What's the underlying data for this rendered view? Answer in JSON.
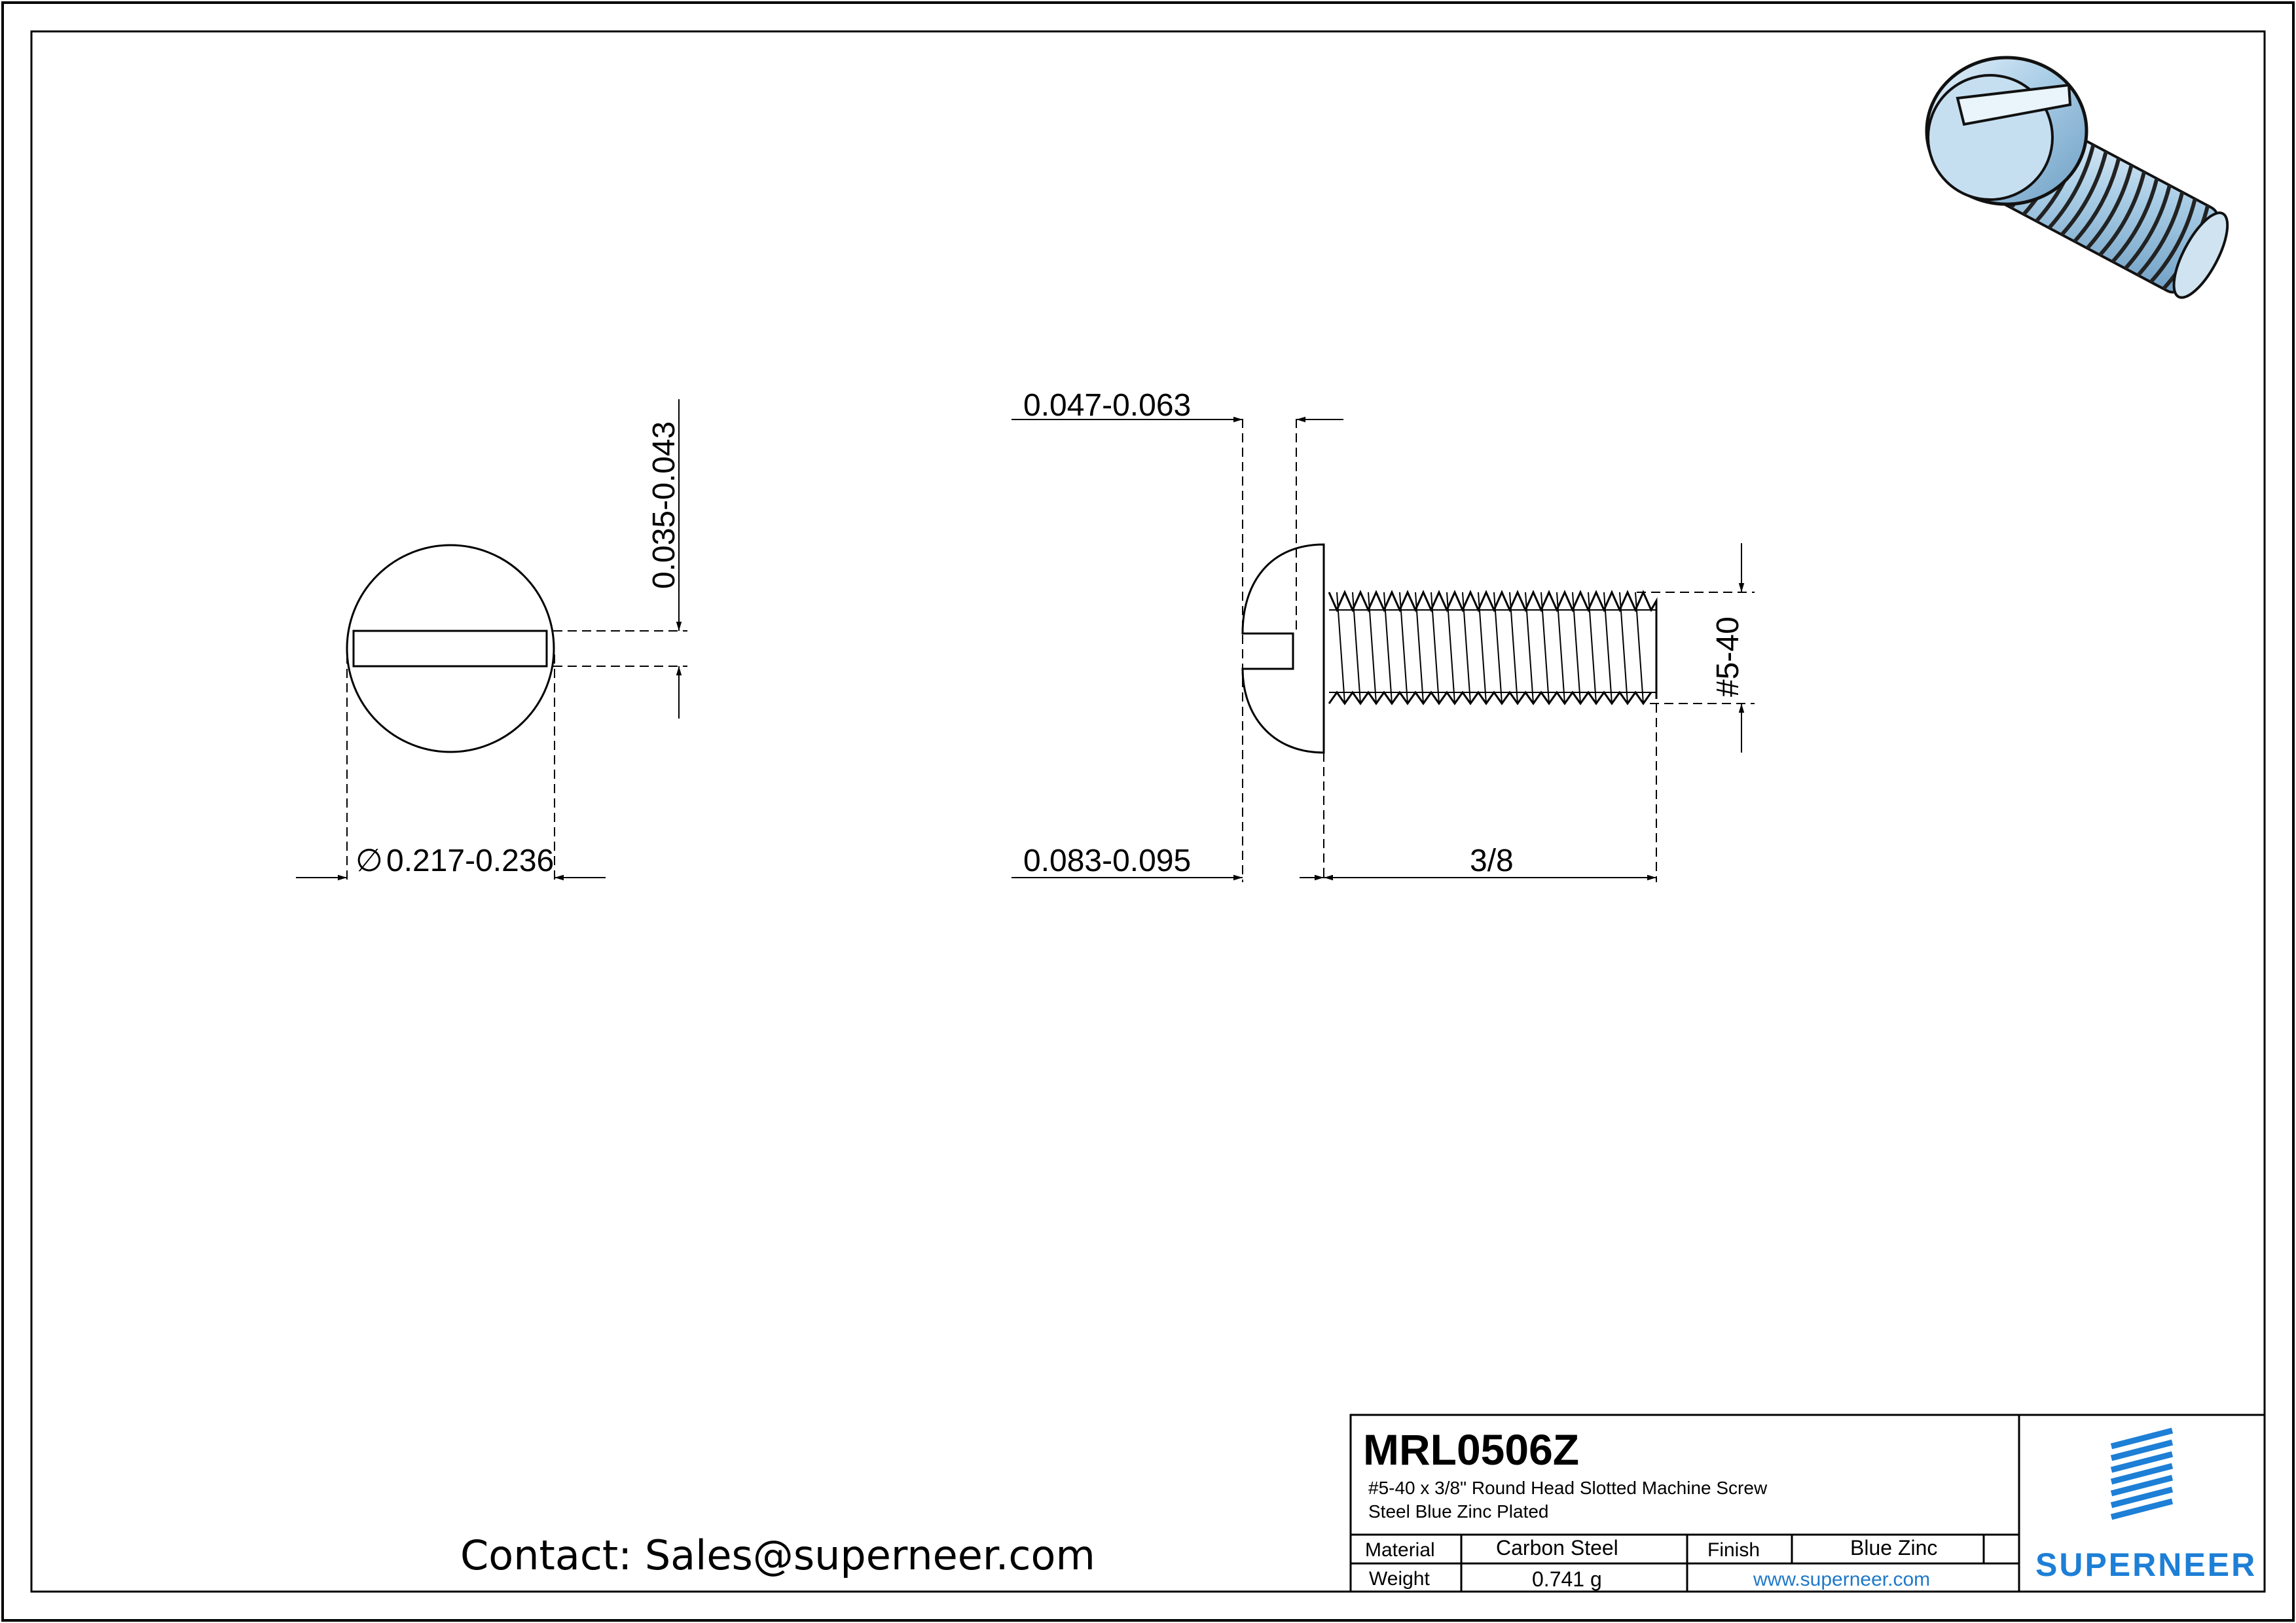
{
  "title_block": {
    "part_number": "MRL0506Z",
    "description_line1": "#5-40 x 3/8\" Round Head Slotted  Machine Screw",
    "description_line2": "Steel Blue Zinc Plated",
    "material_label": "Material",
    "material_value": "Carbon Steel",
    "finish_label": "Finish",
    "finish_value": "Blue Zinc",
    "weight_label": "Weight",
    "weight_value": "0.741 g",
    "website": "www.superneer.com"
  },
  "brand": {
    "name": "SUPERNEER",
    "color": "#1d7fd6"
  },
  "contact": "Contact: Sales@superneer.com",
  "dimensions": {
    "head_diameter_symbol": "∅",
    "head_diameter": "0.217-0.236",
    "slot_width": "0.035-0.043",
    "slot_depth": "0.047-0.063",
    "head_height": "0.083-0.095",
    "length": "3/8",
    "thread": "#5-40"
  },
  "colors": {
    "line": "#000000",
    "screw_finish": "#a9cde6"
  }
}
